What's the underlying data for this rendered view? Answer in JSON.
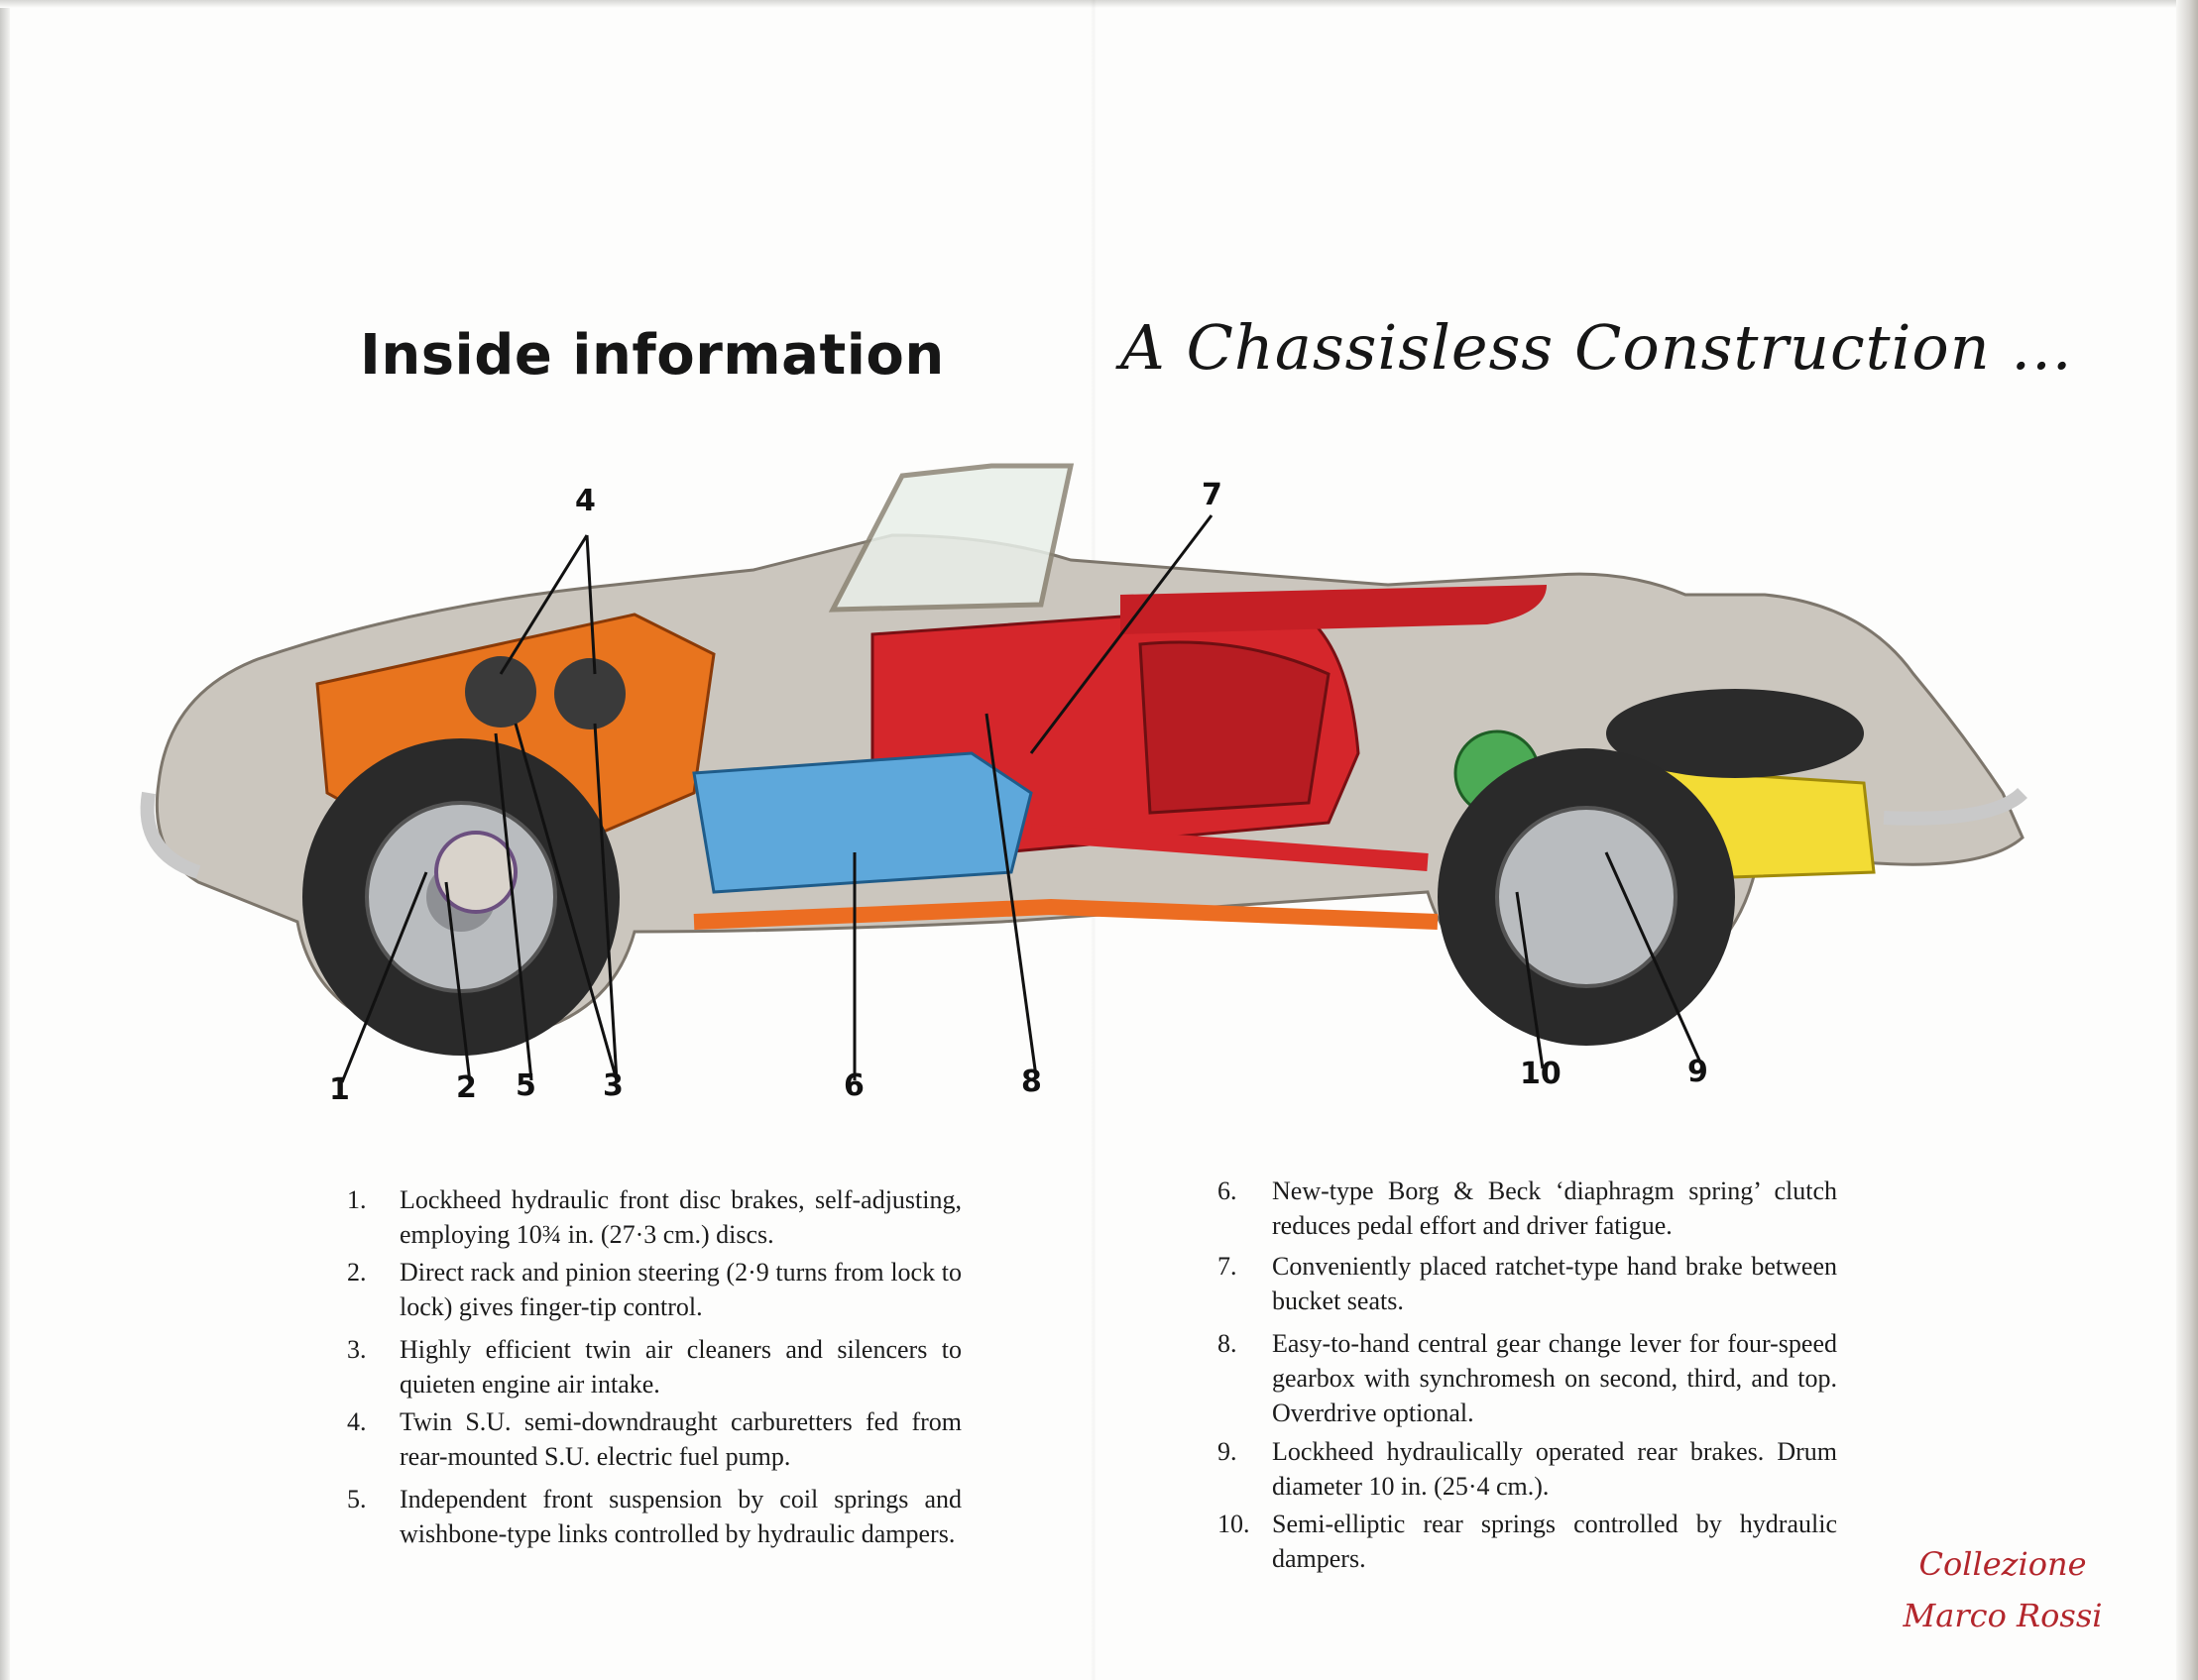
{
  "headings": {
    "left": "Inside information",
    "right": "A Chassisless Construction ..."
  },
  "callouts": [
    "1",
    "2",
    "3",
    "4",
    "5",
    "6",
    "7",
    "8",
    "9",
    "10"
  ],
  "features_left": [
    {
      "num": "1.",
      "text": "Lockheed hydraulic front disc brakes, self-adjusting, employing 10¾ in. (27·3 cm.) discs."
    },
    {
      "num": "2.",
      "text": "Direct rack and pinion steering (2·9 turns from lock to lock) gives finger-tip control."
    },
    {
      "num": "3.",
      "text": "Highly efficient twin air cleaners and silencers to quieten engine air intake."
    },
    {
      "num": "4.",
      "text": "Twin S.U. semi-downdraught carburetters fed from rear-mounted S.U. electric fuel pump."
    },
    {
      "num": "5.",
      "text": "Independent front suspension by coil springs and wishbone-type links controlled by hydraulic dampers."
    }
  ],
  "features_right": [
    {
      "num": "6.",
      "text": "New-type Borg & Beck ‘diaphragm spring’ clutch reduces pedal effort and driver fatigue."
    },
    {
      "num": "7.",
      "text": "Conveniently placed ratchet-type hand brake between bucket seats."
    },
    {
      "num": "8.",
      "text": "Easy-to-hand central gear change lever for four-speed gearbox with synchromesh on second, third, and top. Overdrive optional."
    },
    {
      "num": "9.",
      "text": "Lockheed hydraulically operated rear brakes. Drum diameter 10 in. (25·4 cm.)."
    },
    {
      "num": "10.",
      "text": "Semi-elliptic rear springs controlled by hydraulic dampers."
    }
  ],
  "watermark": {
    "line1": "Collezione",
    "line2": "Marco Rossi"
  },
  "colors": {
    "body": "#c9c4bc",
    "interior": "#d5262b",
    "engine": "#e8741e",
    "gearbox": "#5ea8db",
    "tank": "#f3dc35",
    "brake": "#4caa55",
    "watermark": "#b3262c"
  }
}
